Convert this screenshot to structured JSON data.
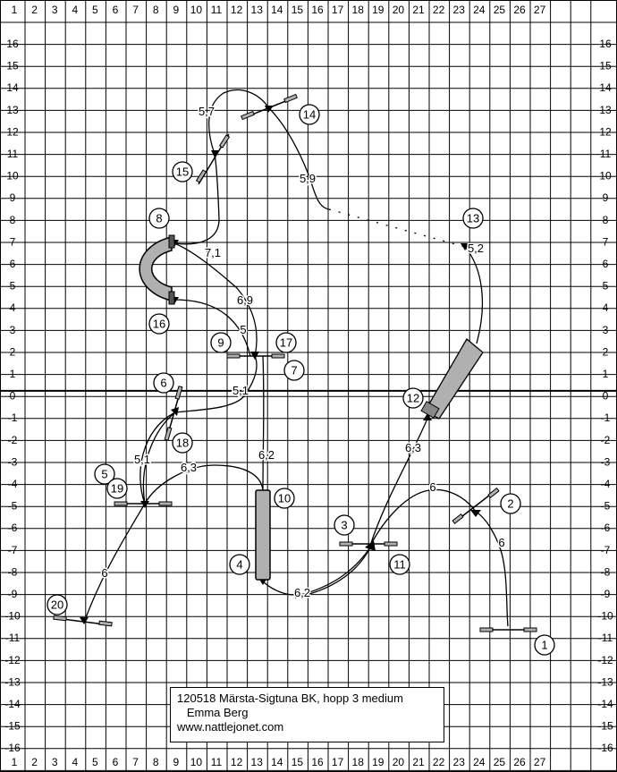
{
  "diagram": {
    "title": "120518 Märsta-Sigtuna BK, hopp 3 medium",
    "judge": "Emma Berg",
    "website": "www.nattlejonet.com",
    "x_axis_labels": [
      "1",
      "2",
      "3",
      "4",
      "5",
      "6",
      "7",
      "8",
      "9",
      "10",
      "11",
      "12",
      "13",
      "14",
      "15",
      "16",
      "17",
      "18",
      "19",
      "20",
      "21",
      "22",
      "23",
      "24",
      "25",
      "26",
      "27"
    ],
    "y_axis_labels": [
      "16",
      "15",
      "14",
      "13",
      "12",
      "11",
      "10",
      "9",
      "8",
      "7",
      "6",
      "5",
      "4",
      "3",
      "2",
      "1",
      "0",
      "-1",
      "-2",
      "-3",
      "-4",
      "-5",
      "-6",
      "-7",
      "-8",
      "-9",
      "-10",
      "-11",
      "-12",
      "-13",
      "-14",
      "-15",
      "-16"
    ],
    "obstacle_numbers": [
      "1",
      "2",
      "3",
      "4",
      "5",
      "6",
      "7",
      "8",
      "9",
      "10",
      "11",
      "12",
      "13",
      "14",
      "15",
      "16",
      "17",
      "18",
      "19",
      "20"
    ],
    "distance_labels": [
      "6",
      "6",
      "6,3",
      "6",
      "6,2",
      "6,3",
      "5,1",
      "5,1",
      "6,2",
      "5",
      "6,9",
      "7,1",
      "5,7",
      "5,9",
      "5,2"
    ],
    "colors": {
      "grid": "#000000",
      "equipment_fill": "#b0b0b0",
      "path": "#000000"
    }
  }
}
